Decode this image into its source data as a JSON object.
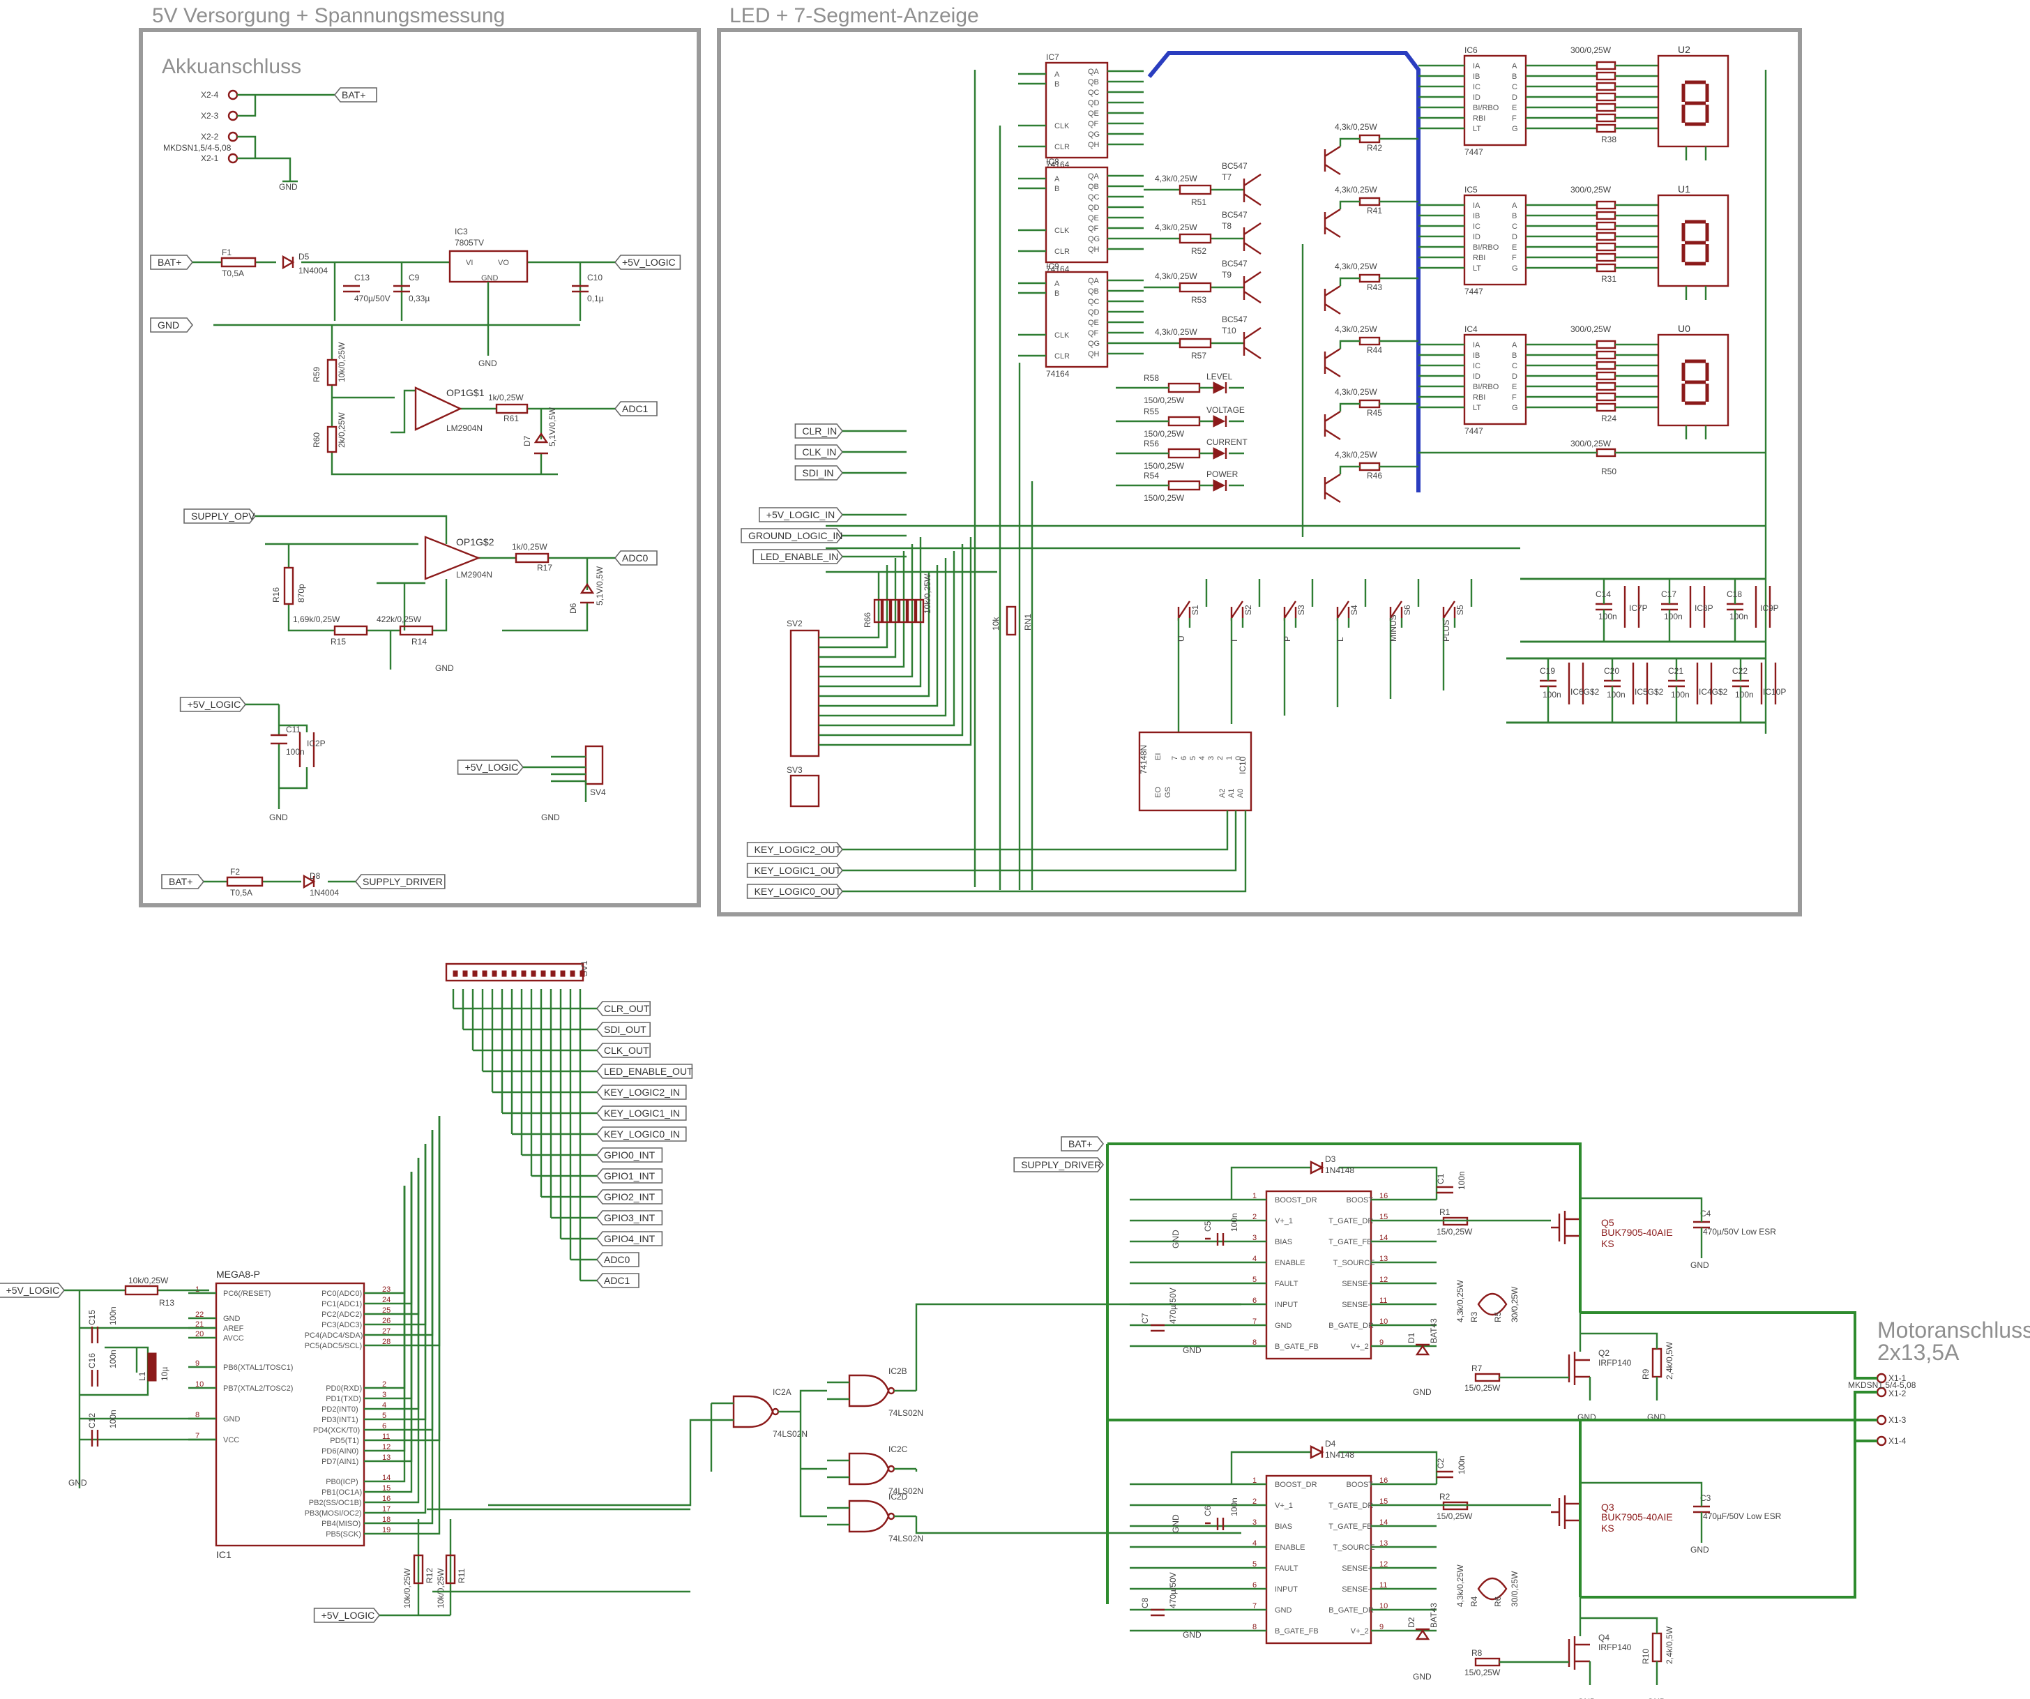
{
  "frames": {
    "supply_title": "5V Versorgung + Spannungsmessung",
    "led_title": "LED + 7-Segment-Anzeige",
    "battery_sub": "Akkuanschluss",
    "motor_title": "Motoranschluss",
    "motor_sub": "2x13,5A"
  },
  "ports_supply": {
    "bat_plus": "BAT+",
    "v5_logic": "+5V_LOGIC",
    "gnd": "GND",
    "adc1": "ADC1",
    "adc0": "ADC0",
    "supply_opv": "SUPPLY_OPV",
    "supply_driver": "SUPPLY_DRIVER"
  },
  "ports_led": [
    "CLR_IN",
    "CLK_IN",
    "SDI_IN",
    "+5V_LOGIC_IN",
    "GROUND_LOGIC_IN",
    "LED_ENABLE_IN",
    "KEY_LOGIC2_OUT",
    "KEY_LOGIC1_OUT",
    "KEY_LOGIC0_OUT"
  ],
  "ports_mcu": [
    "CLR_OUT",
    "SDI_OUT",
    "CLK_OUT",
    "LED_ENABLE_OUT",
    "KEY_LOGIC2_IN",
    "KEY_LOGIC1_IN",
    "KEY_LOGIC0_IN",
    "GPIO0_INT",
    "GPIO1_INT",
    "GPIO2_INT",
    "GPIO3_INT",
    "GPIO4_INT",
    "ADC0",
    "ADC1"
  ],
  "ports_misc": {
    "v5_logic_left": "+5V_LOGIC",
    "v5_logic_bottom": "+5V_LOGIC",
    "bat_plus_driver": "BAT+",
    "supply_driver_in": "SUPPLY_DRIVER",
    "v5_logic_c11": "+5V_LOGIC",
    "v5_logic_sv4": "+5V_LOGIC"
  },
  "battery_conn": {
    "pins": [
      "X2-4",
      "X2-3",
      "X2-2",
      "X2-1"
    ],
    "type": "MKDSN1,5/4-5,08",
    "gnd": "GND"
  },
  "regulator": {
    "name": "IC3",
    "type": "7805TV",
    "vi": "VI",
    "vo": "VO",
    "gnd": "GND",
    "gnd_label": "GND"
  },
  "supply_parts": {
    "f1": "F1",
    "f1_val": "T0,5A",
    "d5": "D5",
    "d5_val": "1N4004",
    "c13": "C13",
    "c13_val": "470µ/50V",
    "c9": "C9",
    "c9_val": "0,33µ",
    "c10": "C10",
    "c10_val": "0,1µ",
    "r59": "R59",
    "r59_val": "10k/0,25W",
    "r60": "R60",
    "r60_val": "2k/0,25W",
    "op1": "OP1G$1",
    "op1_type": "LM2904N",
    "r61": "R61",
    "r61_val": "1k/0,25W",
    "d7": "D7",
    "d7_val": "5,1V/0,5W",
    "op2": "OP1G$2",
    "op2_type": "LM2904N",
    "r17": "R17",
    "r17_val": "1k/0,25W",
    "d6": "D6",
    "d6_val": "5,1V/0,5W",
    "r16": "R16",
    "r16_val": "870p",
    "r15": "R15",
    "r15_val": "1,69k/0,25W",
    "r14": "R14",
    "r14_val": "422k/0,25W",
    "gnd1": "GND",
    "gnd2": "GND",
    "c11": "C11",
    "c11_val": "100n",
    "ic2p": "IC2P",
    "sv4": "SV4",
    "f2": "F2",
    "f2_val": "T0,5A",
    "d8": "D8",
    "d8_val": "1N4004",
    "gnd3": "GND",
    "gnd4": "GND"
  },
  "shift_regs": [
    {
      "name": "IC7",
      "type": "74164"
    },
    {
      "name": "IC8",
      "type": "74164"
    },
    {
      "name": "IC9",
      "type": "74164"
    }
  ],
  "shift_pins_left": [
    "A",
    "B",
    "CLK",
    "CLR"
  ],
  "shift_pins_right": [
    "QA",
    "QB",
    "QC",
    "QD",
    "QE",
    "QF",
    "QG",
    "QH"
  ],
  "decoders": [
    {
      "name": "IC6",
      "type": "7447"
    },
    {
      "name": "IC5",
      "type": "7447"
    },
    {
      "name": "IC4",
      "type": "7447"
    }
  ],
  "decoder_pins_left": [
    "IA",
    "IB",
    "IC",
    "ID",
    "BI/RBO",
    "RBI",
    "LT"
  ],
  "decoder_pins_right": [
    "A",
    "B",
    "C",
    "D",
    "E",
    "F",
    "G"
  ],
  "displays": [
    "U2",
    "U1",
    "U0"
  ],
  "seg_res_val": "300/0,25W",
  "seg_res_labels": [
    "R38",
    "R31",
    "R24"
  ],
  "transistors": [
    {
      "name": "T7",
      "type": "BC547"
    },
    {
      "name": "T8",
      "type": "BC547"
    },
    {
      "name": "T9",
      "type": "BC547"
    },
    {
      "name": "T10",
      "type": "BC547"
    }
  ],
  "base_res": [
    {
      "name": "R51",
      "val": "4,3k/0,25W"
    },
    {
      "name": "R52",
      "val": "4,3k/0,25W"
    },
    {
      "name": "R53",
      "val": "4,3k/0,25W"
    },
    {
      "name": "R57",
      "val": "4,3k/0,25W"
    }
  ],
  "digit_res": [
    {
      "name": "R42",
      "val": "4,3k/0,25W"
    },
    {
      "name": "R41",
      "val": "4,3k/0,25W"
    },
    {
      "name": "R43",
      "val": "4,3k/0,25W"
    },
    {
      "name": "R44",
      "val": "4,3k/0,25W"
    },
    {
      "name": "R45",
      "val": "4,3k/0,25W"
    },
    {
      "name": "R46",
      "val": "4,3k/0,25W"
    }
  ],
  "leds": [
    {
      "res": "R58",
      "val": "150/0,25W",
      "name": "LEVEL"
    },
    {
      "res": "R55",
      "val": "150/0,25W",
      "name": "VOLTAGE"
    },
    {
      "res": "R56",
      "val": "150/0,25W",
      "name": "CURRENT"
    },
    {
      "res": "R54",
      "val": "150/0,25W",
      "name": "POWER"
    }
  ],
  "r50": {
    "name": "R50",
    "val": "300/0,25W"
  },
  "keys": [
    "S1",
    "S2",
    "S3",
    "S4",
    "S6",
    "S5"
  ],
  "key_names": [
    "U",
    "I",
    "P",
    "L",
    "MINUS",
    "PLUS"
  ],
  "rn1": {
    "name": "RN1",
    "val": "10k"
  },
  "r66": {
    "name": "R66",
    "val": "10k/0,25W"
  },
  "sv2": "SV2",
  "sv3": "SV3",
  "encoder": {
    "name": "IC10",
    "type": "74148N",
    "ei": "EI",
    "eo": "EO",
    "gs": "GS",
    "inputs": [
      "7",
      "6",
      "5",
      "4",
      "3",
      "2",
      "1",
      "0"
    ],
    "outputs": [
      "A2",
      "A1",
      "A0"
    ]
  },
  "decoupling_top": [
    {
      "c": "C14",
      "v": "100n",
      "ic": "IC7P"
    },
    {
      "c": "C17",
      "v": "100n",
      "ic": "IC8P"
    },
    {
      "c": "C18",
      "v": "100n",
      "ic": "IC9P"
    }
  ],
  "decoupling_bot": [
    {
      "c": "C19",
      "v": "100n",
      "ic": "IC6G$2"
    },
    {
      "c": "C20",
      "v": "100n",
      "ic": "IC5G$2"
    },
    {
      "c": "C21",
      "v": "100n",
      "ic": "IC4G$2"
    },
    {
      "c": "C22",
      "v": "100n",
      "ic": "IC10P"
    }
  ],
  "sv1": "SV1",
  "mcu": {
    "name": "IC1",
    "type": "MEGA8-P",
    "left_pins": [
      "PC6(/RESET)",
      "GND",
      "AREF",
      "AVCC",
      "PB6(XTAL1/TOSC1)",
      "PB7(XTAL2/TOSC2)",
      "GND",
      "VCC"
    ],
    "left_nums": [
      "1",
      "22",
      "21",
      "20",
      "9",
      "10",
      "8",
      "7"
    ],
    "right_pins_c": [
      "PC0(ADC0)",
      "PC1(ADC1)",
      "PC2(ADC2)",
      "PC3(ADC3)",
      "PC4(ADC4/SDA)",
      "PC5(ADC5/SCL)"
    ],
    "right_nums_c": [
      "23",
      "24",
      "25",
      "26",
      "27",
      "28"
    ],
    "right_pins_d": [
      "PD0(RXD)",
      "PD1(TXD)",
      "PD2(INT0)",
      "PD3(INT1)",
      "PD4(XCK/T0)",
      "PD5(T1)",
      "PD6(AIN0)",
      "PD7(AIN1)"
    ],
    "right_nums_d": [
      "2",
      "3",
      "4",
      "5",
      "6",
      "11",
      "12",
      "13"
    ],
    "right_pins_b": [
      "PB0(ICP)",
      "PB1(OC1A)",
      "PB2(SS/OC1B)",
      "PB3(MOSI/OC2)",
      "PB4(MISO)",
      "PB5(SCK)"
    ],
    "right_nums_b": [
      "14",
      "15",
      "16",
      "17",
      "18",
      "19"
    ]
  },
  "mcu_parts": {
    "r13": "R13",
    "r13_val": "10k/0,25W",
    "c15": "C15",
    "c15_val": "100n",
    "c16": "C16",
    "c16_val": "100n",
    "l1": "L1",
    "l1_val": "10µ",
    "c12": "C12",
    "c12_val": "100n",
    "gnd": "GND",
    "r12": "R12",
    "r12_val": "10k/0,25W",
    "r11": "R11",
    "r11_val": "10k/0,25W"
  },
  "nand": [
    {
      "name": "IC2A",
      "type": "74LS02N"
    },
    {
      "name": "IC2B",
      "type": "74LS02N"
    },
    {
      "name": "IC2C",
      "type": "74LS02N"
    },
    {
      "name": "IC2D",
      "type": "74LS02N"
    }
  ],
  "drivers": [
    {
      "d": "D3",
      "d_val": "1N4148",
      "cboot": "C1",
      "cboot_val": "100n",
      "r1": "R1",
      "r1_val": "15/0,25W",
      "cbias": "C5",
      "cbias_val": "100n",
      "cin": "C7",
      "cin_val": "470µ/50V",
      "rs1": "R3",
      "rs2": "R5",
      "rs1_val": "4,3k/0,25W",
      "rs2_val": "30/0,25W",
      "dz": "D1",
      "dz_val": "BAT43",
      "r2": "R7",
      "r2_val": "15/0,25W",
      "qh": "Q5",
      "qh_type": "BUK7905-40AIE",
      "qh_ks": "KS",
      "ql": "Q2",
      "ql_type": "IRFP140",
      "rl": "R9",
      "rl_val": "2,4k/0,5W",
      "cout": "C4",
      "cout_val": "470µ/50V Low ESR"
    },
    {
      "d": "D4",
      "d_val": "1N4148",
      "cboot": "C2",
      "cboot_val": "100n",
      "r1": "R2",
      "r1_val": "15/0,25W",
      "cbias": "C6",
      "cbias_val": "100n",
      "cin": "C8",
      "cin_val": "470µ/50V",
      "rs1": "R4",
      "rs2": "R6",
      "rs1_val": "4,3k/0,25W",
      "rs2_val": "30/0,25W",
      "dz": "D2",
      "dz_val": "BAT43",
      "r2": "R8",
      "r2_val": "15/0,25W",
      "qh": "Q3",
      "qh_type": "BUK7905-40AIE",
      "qh_ks": "KS",
      "ql": "Q4",
      "ql_type": "IRFP140",
      "rl": "R10",
      "rl_val": "2,4k/0,5W",
      "cout": "C3",
      "cout_val": "470µF/50V Low ESR"
    }
  ],
  "driver_pins_left": [
    "BOOST_DR",
    "V+_1",
    "BIAS",
    "ENABLE",
    "FAULT",
    "INPUT",
    "GND",
    "B_GATE_FB"
  ],
  "driver_nums_left": [
    "1",
    "2",
    "3",
    "4",
    "5",
    "6",
    "7",
    "8"
  ],
  "driver_pins_right": [
    "BOOST",
    "T_GATE_DR",
    "T_GATE_FB",
    "T_SOURCE",
    "SENSE+",
    "SENSE-",
    "B_GATE_DR",
    "V+_2"
  ],
  "driver_nums_right": [
    "16",
    "15",
    "14",
    "13",
    "12",
    "11",
    "10",
    "9"
  ],
  "motor_conn": {
    "pins": [
      "X1-1",
      "X1-2",
      "X1-3",
      "X1-4"
    ],
    "type": "MKDSN1,5/4-5,08"
  },
  "gnd_label": "GND"
}
